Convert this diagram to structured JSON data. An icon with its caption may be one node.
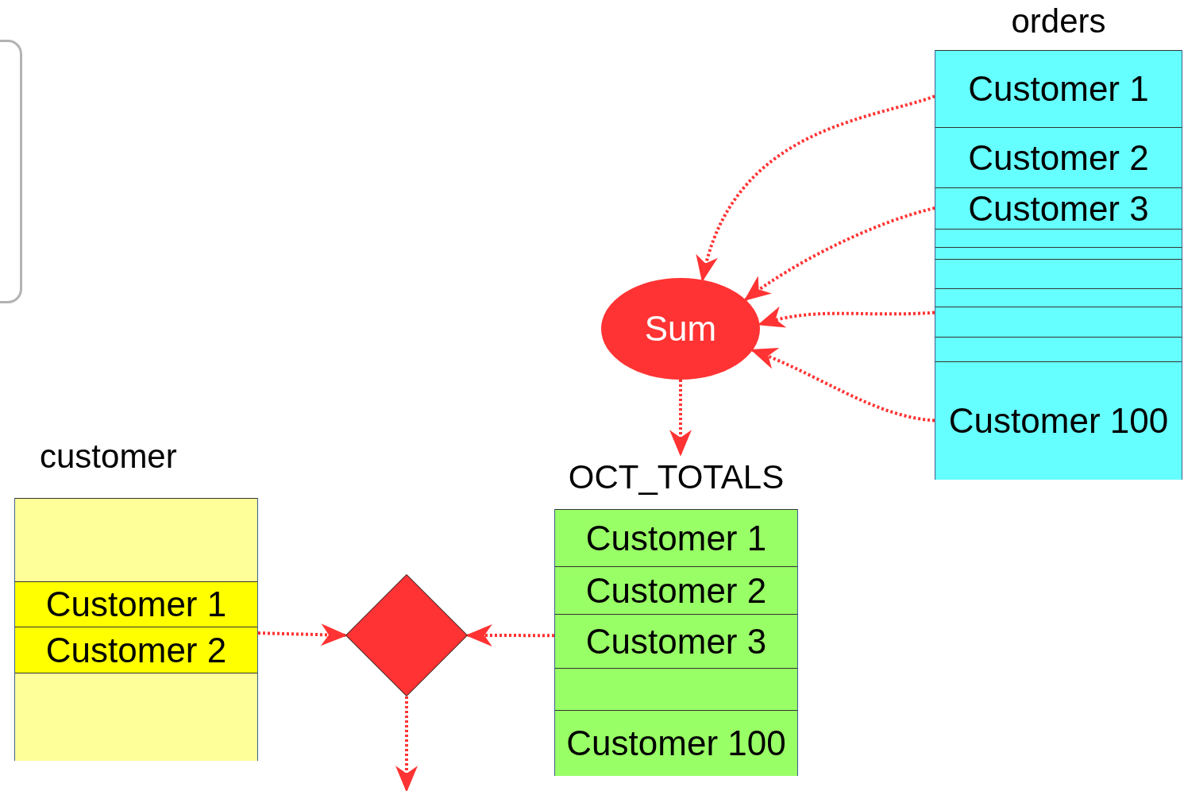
{
  "diagram": {
    "nodes": [
      {
        "text": [
          "orders"
        ]
      },
      {
        "text": [
          "Customer 1"
        ],
        "in": 0
      },
      {
        "text": [
          "Customer 2"
        ],
        "in": 0
      },
      {
        "text": [
          "Customer 3"
        ],
        "in": 0
      },
      {
        "text": [],
        "shape": "box",
        "in": 0
      },
      {
        "text": [],
        "shape": "box",
        "in": 0
      },
      {
        "text": [],
        "shape": "box",
        "in": 0
      },
      {
        "text": [],
        "shape": "box",
        "in": 0
      },
      {
        "text": [],
        "shape": "box",
        "in": 0
      },
      {
        "text": [],
        "shape": "box",
        "in": 0
      },
      {
        "text": [
          "Customer 100"
        ],
        "in": 0
      },
      {
        "text": [
          "Sum"
        ]
      },
      {
        "text": [
          "customer"
        ]
      },
      {
        "text": [],
        "shape": "box",
        "in": 12
      },
      {
        "text": [
          "Customer 1"
        ],
        "in": 12
      },
      {
        "text": [
          "Customer 2"
        ],
        "in": 12
      },
      {
        "text": [],
        "shape": "box",
        "in": 12
      },
      {
        "text": [],
        "shape": "diamond"
      },
      {
        "text": [
          "OCT_TOTALS"
        ]
      },
      {
        "text": [
          "Customer 1"
        ],
        "in": 18
      },
      {
        "text": [
          "Customer 2"
        ],
        "in": 18
      },
      {
        "text": [
          "Customer 3"
        ],
        "in": 18
      },
      {
        "text": [],
        "shape": "box",
        "in": 18
      },
      {
        "text": [
          "Customer 100"
        ],
        "in": 18
      }
    ],
    "edges": [
      {
        "from": 1,
        "to": 11,
        "arrow": "to",
        "style": "dashed"
      },
      {
        "from": 3,
        "to": 11,
        "arrow": "to",
        "style": "dashed"
      },
      {
        "from": 8,
        "to": 11,
        "arrow": "to",
        "style": "dashed"
      },
      {
        "from": 10,
        "to": 11,
        "arrow": "to",
        "style": "dashed"
      },
      {
        "from": 11,
        "to": 18,
        "arrow": "to",
        "style": "dashed"
      },
      {
        "from": 15,
        "to": 17,
        "arrow": "to",
        "style": "dashed"
      },
      {
        "from": 21,
        "to": 17,
        "arrow": "to",
        "style": "dashed"
      },
      {
        "from": 17,
        "to": null,
        "arrow": "to",
        "style": "dashed"
      }
    ]
  }
}
